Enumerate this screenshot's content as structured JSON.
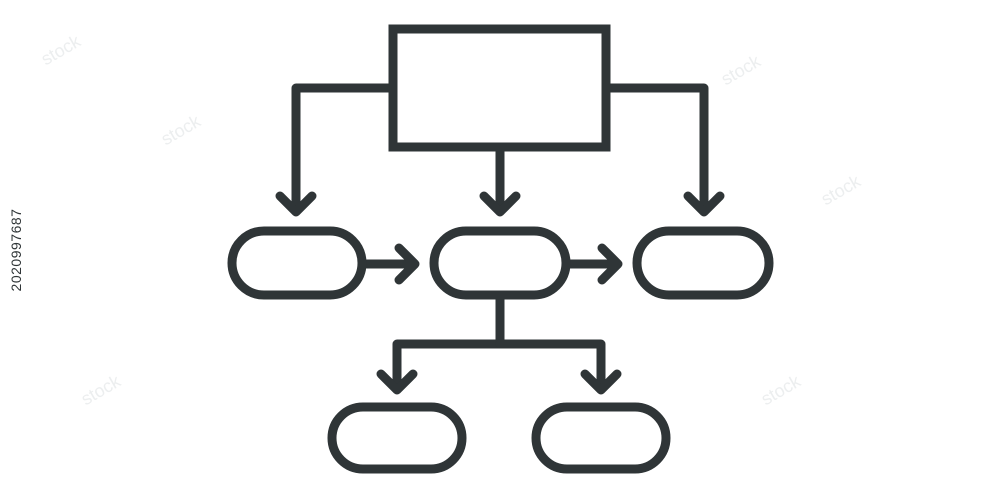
{
  "diagram": {
    "stroke_color": "#2f3537",
    "background_color": "#ffffff",
    "nodes": [
      {
        "id": "root",
        "shape": "rectangle"
      },
      {
        "id": "mid-left",
        "shape": "rounded-pill"
      },
      {
        "id": "mid-center",
        "shape": "rounded-pill"
      },
      {
        "id": "mid-right",
        "shape": "rounded-pill"
      },
      {
        "id": "bottom-left",
        "shape": "rounded-pill"
      },
      {
        "id": "bottom-right",
        "shape": "rounded-pill"
      }
    ],
    "edges": [
      {
        "from": "root",
        "to": "mid-left"
      },
      {
        "from": "root",
        "to": "mid-center"
      },
      {
        "from": "root",
        "to": "mid-right"
      },
      {
        "from": "mid-left",
        "to": "mid-center"
      },
      {
        "from": "mid-center",
        "to": "mid-right"
      },
      {
        "from": "mid-center",
        "to": "bottom-left"
      },
      {
        "from": "mid-center",
        "to": "bottom-right"
      }
    ]
  },
  "watermark": {
    "side_id": "2020997687",
    "tile_glyphs": "stock"
  }
}
